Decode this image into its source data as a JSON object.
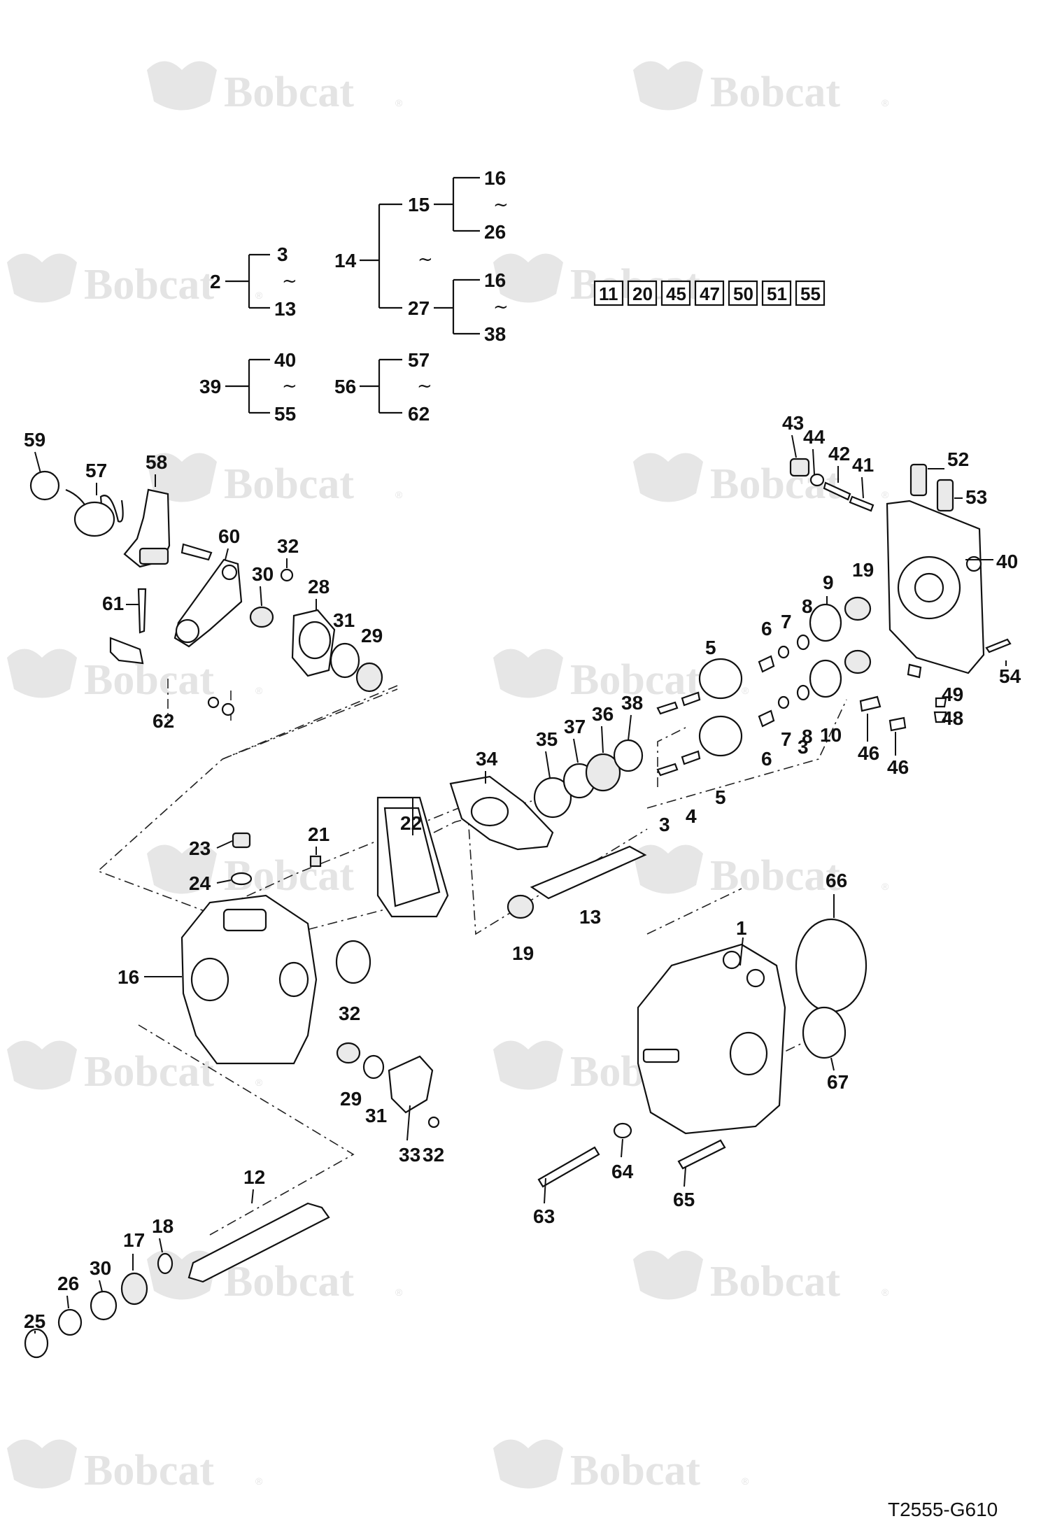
{
  "drawing_id": "T2555-G610",
  "watermark": {
    "text": "Bobcat",
    "reg": "®"
  },
  "assembly_trees": [
    {
      "parent": "2",
      "top": "3",
      "tilde": "~",
      "bottom": "13"
    },
    {
      "parent": "14",
      "tilde": "~",
      "branches": [
        {
          "parent": "15",
          "top": "16",
          "tilde": "~",
          "bottom": "26"
        },
        {
          "parent": "27",
          "top": "16",
          "tilde": "~",
          "bottom": "38"
        }
      ]
    },
    {
      "parent": "39",
      "top": "40",
      "tilde": "~",
      "bottom": "55"
    },
    {
      "parent": "56",
      "top": "57",
      "tilde": "~",
      "bottom": "62"
    }
  ],
  "kit_boxes": [
    "11",
    "20",
    "45",
    "47",
    "50",
    "51",
    "55"
  ],
  "callouts": [
    "1",
    "3",
    "3",
    "4",
    "4",
    "5",
    "5",
    "6",
    "6",
    "7",
    "7",
    "8",
    "8",
    "9",
    "10",
    "12",
    "13",
    "16",
    "17",
    "18",
    "19",
    "19",
    "21",
    "22",
    "23",
    "24",
    "25",
    "26",
    "28",
    "29",
    "29",
    "30",
    "30",
    "31",
    "31",
    "32",
    "32",
    "32",
    "33",
    "34",
    "35",
    "36",
    "37",
    "38",
    "40",
    "41",
    "42",
    "43",
    "44",
    "46",
    "46",
    "48",
    "49",
    "52",
    "53",
    "54",
    "57",
    "58",
    "59",
    "60",
    "61",
    "62",
    "63",
    "64",
    "65",
    "66",
    "67"
  ]
}
